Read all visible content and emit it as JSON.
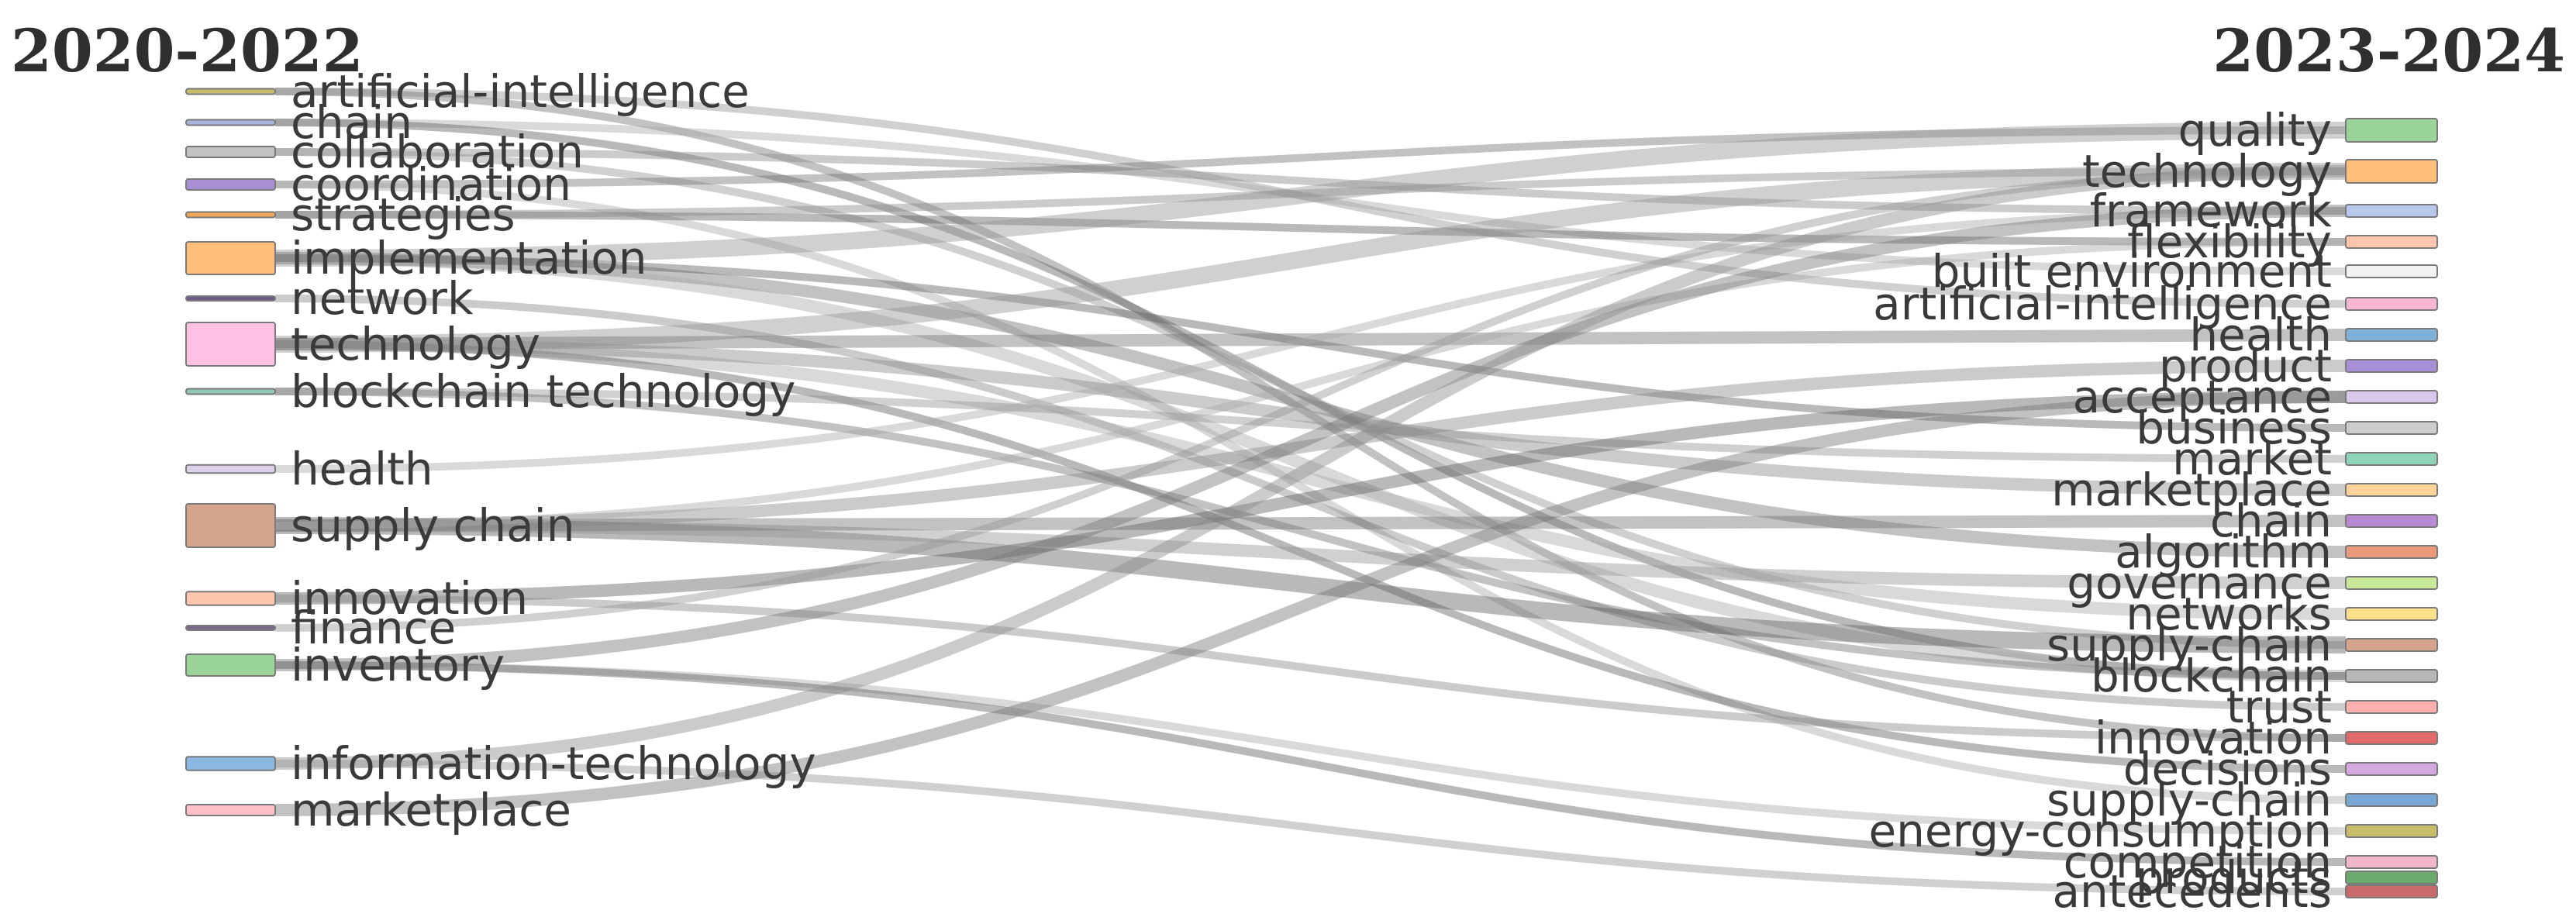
{
  "titles": {
    "left": "2020-2022",
    "right": "2023-2024"
  },
  "left_nodes": [
    {
      "id": "L0",
      "label": "artificial-intelligence",
      "color": "#c8bd6a",
      "weight": 1
    },
    {
      "id": "L1",
      "label": "chain",
      "color": "#a7b4da",
      "weight": 1
    },
    {
      "id": "L2",
      "label": "collaboration",
      "color": "#c2c2c2",
      "weight": 2
    },
    {
      "id": "L3",
      "label": "coordination",
      "color": "#a98fd6",
      "weight": 2
    },
    {
      "id": "L4",
      "label": "strategies",
      "color": "#f2a65a",
      "weight": 1
    },
    {
      "id": "L5",
      "label": "implementation",
      "color": "#ffbf7a",
      "weight": 6
    },
    {
      "id": "L6",
      "label": "network",
      "color": "#6e5b8a",
      "weight": 0.3
    },
    {
      "id": "L7",
      "label": "technology",
      "color": "#ffc1e3",
      "weight": 8
    },
    {
      "id": "L8",
      "label": "blockchain technology",
      "color": "#8fc8b4",
      "weight": 1
    },
    {
      "id": "L9",
      "label": "health",
      "color": "#ddd0ea",
      "weight": 1.5
    },
    {
      "id": "L10",
      "label": "supply chain",
      "color": "#d4a58a",
      "weight": 8
    },
    {
      "id": "L11",
      "label": "innovation",
      "color": "#ffc5ad",
      "weight": 2.5
    },
    {
      "id": "L12",
      "label": "finance",
      "color": "#7a6a8a",
      "weight": 0.3
    },
    {
      "id": "L13",
      "label": "inventory",
      "color": "#9ad49a",
      "weight": 4
    },
    {
      "id": "L14",
      "label": "information-technology",
      "color": "#8ab8e0",
      "weight": 2.5
    },
    {
      "id": "L15",
      "label": "marketplace",
      "color": "#ffc0c8",
      "weight": 2
    }
  ],
  "right_nodes": [
    {
      "id": "R0",
      "label": "quality",
      "color": "#9ad49a"
    },
    {
      "id": "R1",
      "label": "technology",
      "color": "#ffbf7a"
    },
    {
      "id": "R2",
      "label": "framework",
      "color": "#b8c8ec"
    },
    {
      "id": "R3",
      "label": "flexibility",
      "color": "#ffc5ad"
    },
    {
      "id": "R4",
      "label": "built environment",
      "color": "#f2f2f2"
    },
    {
      "id": "R5",
      "label": "artificial-intelligence",
      "color": "#f7b6d2"
    },
    {
      "id": "R6",
      "label": "health",
      "color": "#80b1d8"
    },
    {
      "id": "R7",
      "label": "product",
      "color": "#a98fd6"
    },
    {
      "id": "R8",
      "label": "acceptance",
      "color": "#d8c8ec"
    },
    {
      "id": "R9",
      "label": "business",
      "color": "#cccccc"
    },
    {
      "id": "R10",
      "label": "market",
      "color": "#8fd4b8"
    },
    {
      "id": "R11",
      "label": "marketplace",
      "color": "#ffd39a"
    },
    {
      "id": "R12",
      "label": "chain",
      "color": "#b88ad4"
    },
    {
      "id": "R13",
      "label": "algorithm",
      "color": "#e89a7a"
    },
    {
      "id": "R14",
      "label": "governance",
      "color": "#c8e89a"
    },
    {
      "id": "R15",
      "label": "networks",
      "color": "#ffe08a"
    },
    {
      "id": "R16",
      "label": "supply-chain",
      "color": "#d4a58a"
    },
    {
      "id": "R17",
      "label": "blockchain",
      "color": "#b8b8b8"
    },
    {
      "id": "R18",
      "label": "trust",
      "color": "#ffb0b0"
    },
    {
      "id": "R19",
      "label": "innovation",
      "color": "#e06a6a"
    },
    {
      "id": "R20",
      "label": "decisions",
      "color": "#d6a8e0"
    },
    {
      "id": "R21",
      "label": "supply-chain",
      "color": "#7aa8d4"
    },
    {
      "id": "R22",
      "label": "energy-consumption",
      "color": "#c8bd6a"
    },
    {
      "id": "R23",
      "label": "competition",
      "color": "#f0b8c8"
    },
    {
      "id": "R24",
      "label": "products",
      "color": "#6aaa6a"
    },
    {
      "id": "R25",
      "label": "antecedents",
      "color": "#c86a6a"
    }
  ],
  "links": [
    [
      "L0",
      "R5",
      1
    ],
    [
      "L0",
      "R19",
      1
    ],
    [
      "L1",
      "R4",
      1
    ],
    [
      "L1",
      "R17",
      1
    ],
    [
      "L2",
      "R2",
      1
    ],
    [
      "L2",
      "R16",
      1
    ],
    [
      "L3",
      "R0",
      1
    ],
    [
      "L3",
      "R21",
      1
    ],
    [
      "L4",
      "R3",
      1
    ],
    [
      "L4",
      "R1",
      1
    ],
    [
      "L5",
      "R0",
      3
    ],
    [
      "L5",
      "R13",
      2
    ],
    [
      "L5",
      "R17",
      2
    ],
    [
      "L5",
      "R9",
      1
    ],
    [
      "L6",
      "R18",
      1
    ],
    [
      "L7",
      "R1",
      3
    ],
    [
      "L7",
      "R6",
      2
    ],
    [
      "L7",
      "R15",
      2
    ],
    [
      "L7",
      "R20",
      1
    ],
    [
      "L7",
      "R11",
      2
    ],
    [
      "L8",
      "R10",
      1
    ],
    [
      "L8",
      "R17",
      1
    ],
    [
      "L9",
      "R2",
      1
    ],
    [
      "L10",
      "R16",
      3
    ],
    [
      "L10",
      "R7",
      2
    ],
    [
      "L10",
      "R14",
      2
    ],
    [
      "L10",
      "R12",
      2
    ],
    [
      "L10",
      "R3",
      1
    ],
    [
      "L11",
      "R8",
      2
    ],
    [
      "L11",
      "R19",
      1
    ],
    [
      "L12",
      "R1",
      1
    ],
    [
      "L13",
      "R2",
      2
    ],
    [
      "L13",
      "R22",
      1
    ],
    [
      "L13",
      "R23",
      1
    ],
    [
      "L14",
      "R1",
      2
    ],
    [
      "L14",
      "R25",
      1
    ],
    [
      "L15",
      "R8",
      2
    ]
  ]
}
